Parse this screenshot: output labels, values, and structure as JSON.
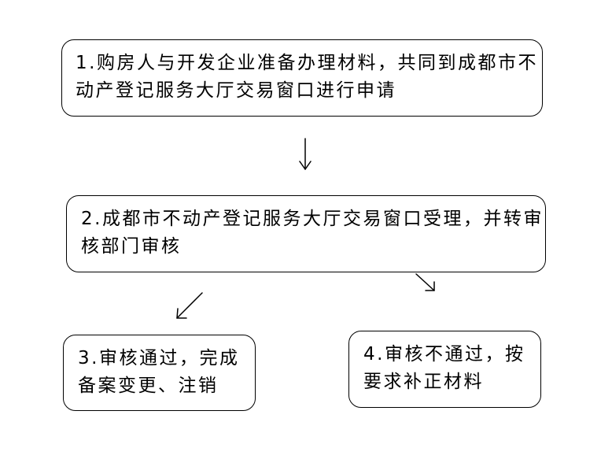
{
  "steps": [
    {
      "lines": [
        "1.购房人与开发企业准备办理材料，共同到成都市不",
        "动产登记服务大厅交易窗口进行申请"
      ]
    },
    {
      "lines": [
        "2.成都市不动产登记服务大厅交易窗口受理，并转审",
        "核部门审核"
      ]
    },
    {
      "lines": [
        "3.审核通过，完成",
        "备案变更、注销"
      ]
    },
    {
      "lines": [
        "4.审核不通过，按",
        "要求补正材料"
      ]
    }
  ],
  "colors": {
    "stroke": "#000000",
    "text": "#000000",
    "background": "#ffffff"
  }
}
